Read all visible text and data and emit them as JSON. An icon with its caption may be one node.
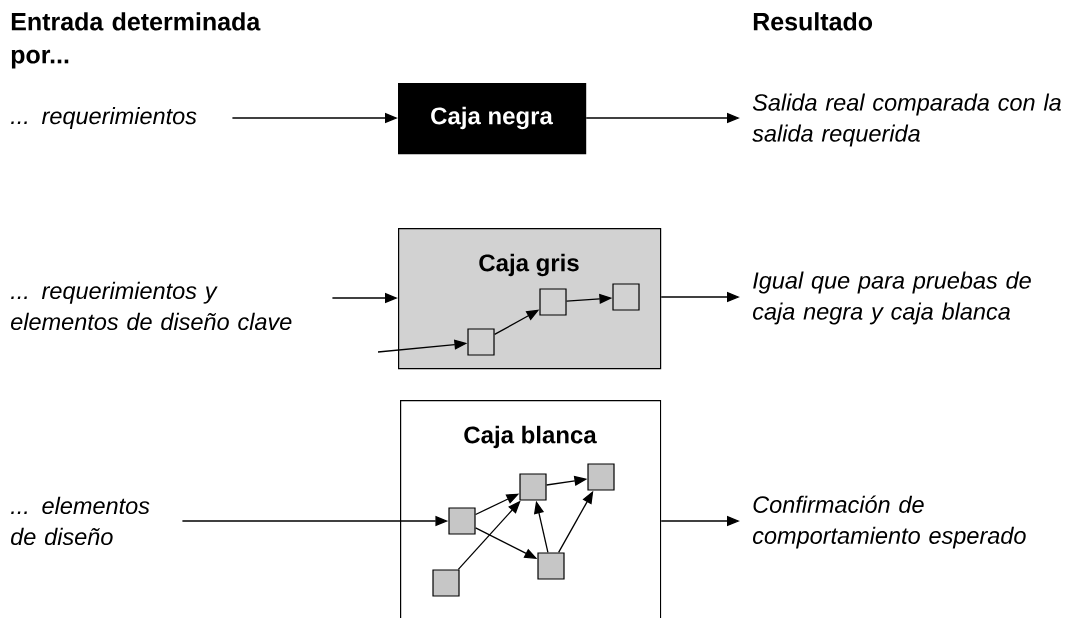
{
  "diagram": {
    "nodes": [
      {
        "text": [
          "... requerimientos"
        ]
      },
      {
        "text": [
          "Caja negra"
        ]
      },
      {
        "text": [
          "Salida real comparada con la salida requerida"
        ]
      },
      {
        "text": [
          "... requerimientos y elementos de diseño clave"
        ]
      },
      {
        "text": [
          "Caja gris"
        ]
      },
      {
        "text": [],
        "shape": "box",
        "in": 4
      },
      {
        "text": [],
        "shape": "box",
        "in": 4
      },
      {
        "text": [],
        "shape": "box",
        "in": 4
      },
      {
        "text": [
          "Igual que para pruebas de caja negra y caja blanca"
        ]
      },
      {
        "text": [
          "... elementos de diseño"
        ]
      },
      {
        "text": [
          "Caja blanca"
        ]
      },
      {
        "text": [],
        "shape": "box",
        "in": 10
      },
      {
        "text": [],
        "shape": "box",
        "in": 10
      },
      {
        "text": [],
        "shape": "box",
        "in": 10
      },
      {
        "text": [],
        "shape": "box",
        "in": 10
      },
      {
        "text": [],
        "shape": "box",
        "in": 10
      },
      {
        "text": [
          "Confirmación de comportamiento esperado"
        ]
      }
    ],
    "edges": [
      {
        "from": 0,
        "to": 1,
        "arrow": "to"
      },
      {
        "from": 1,
        "to": 2,
        "arrow": "to"
      },
      {
        "from": 3,
        "to": 4,
        "arrow": "to"
      },
      {
        "from": null,
        "to": 5,
        "arrow": "to"
      },
      {
        "from": 5,
        "to": 6,
        "arrow": "to"
      },
      {
        "from": 6,
        "to": 7,
        "arrow": "to"
      },
      {
        "from": 4,
        "to": 8,
        "arrow": "to"
      },
      {
        "from": 9,
        "to": 11,
        "arrow": "to"
      },
      {
        "from": 11,
        "to": 12,
        "arrow": "to"
      },
      {
        "from": 12,
        "to": 13,
        "arrow": "to"
      },
      {
        "from": 11,
        "to": 14,
        "arrow": "to"
      },
      {
        "from": 14,
        "to": 12,
        "arrow": "to"
      },
      {
        "from": 14,
        "to": 13,
        "arrow": "to"
      },
      {
        "from": 15,
        "to": 12,
        "arrow": "to"
      },
      {
        "from": 10,
        "to": 16,
        "arrow": "to"
      }
    ],
    "labels": [
      "Entrada determinada por...",
      "Resultado"
    ]
  }
}
